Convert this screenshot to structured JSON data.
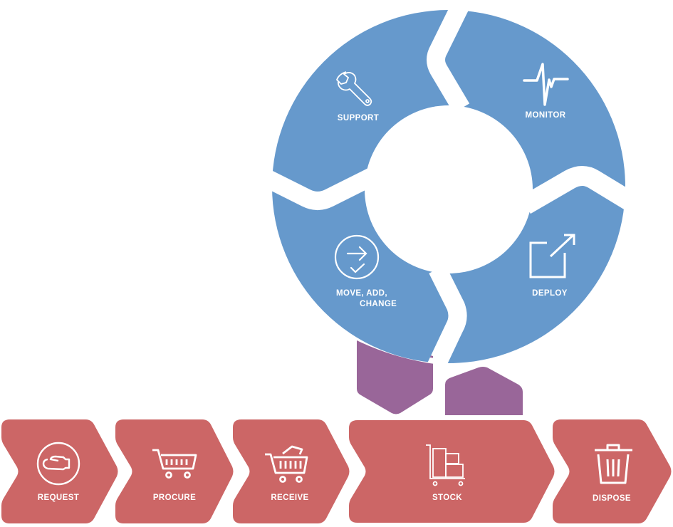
{
  "colors": {
    "ring": "#6699cc",
    "chevron": "#cc6666",
    "connector": "#996699",
    "icon": "#ffffff",
    "background": "#ffffff"
  },
  "cycle": {
    "segments": [
      {
        "id": "support",
        "label": "SUPPORT",
        "icon": "wrench-icon"
      },
      {
        "id": "monitor",
        "label": "MONITOR",
        "icon": "heartbeat-icon"
      },
      {
        "id": "deploy",
        "label": "DEPLOY",
        "icon": "external-link-icon"
      },
      {
        "id": "move-add-change",
        "label_line1": "MOVE, ADD,",
        "label_line2": "CHANGE",
        "icon": "arrow-check-circle-icon"
      }
    ]
  },
  "pipeline": {
    "stages": [
      {
        "id": "request",
        "label": "REQUEST",
        "icon": "hand-circle-icon"
      },
      {
        "id": "procure",
        "label": "PROCURE",
        "icon": "shopping-cart-icon"
      },
      {
        "id": "receive",
        "label": "RECEIVE",
        "icon": "cart-with-box-icon"
      },
      {
        "id": "stock",
        "label": "STOCK",
        "icon": "hand-truck-icon"
      },
      {
        "id": "dispose",
        "label": "DISPOSE",
        "icon": "trash-can-icon"
      }
    ]
  }
}
